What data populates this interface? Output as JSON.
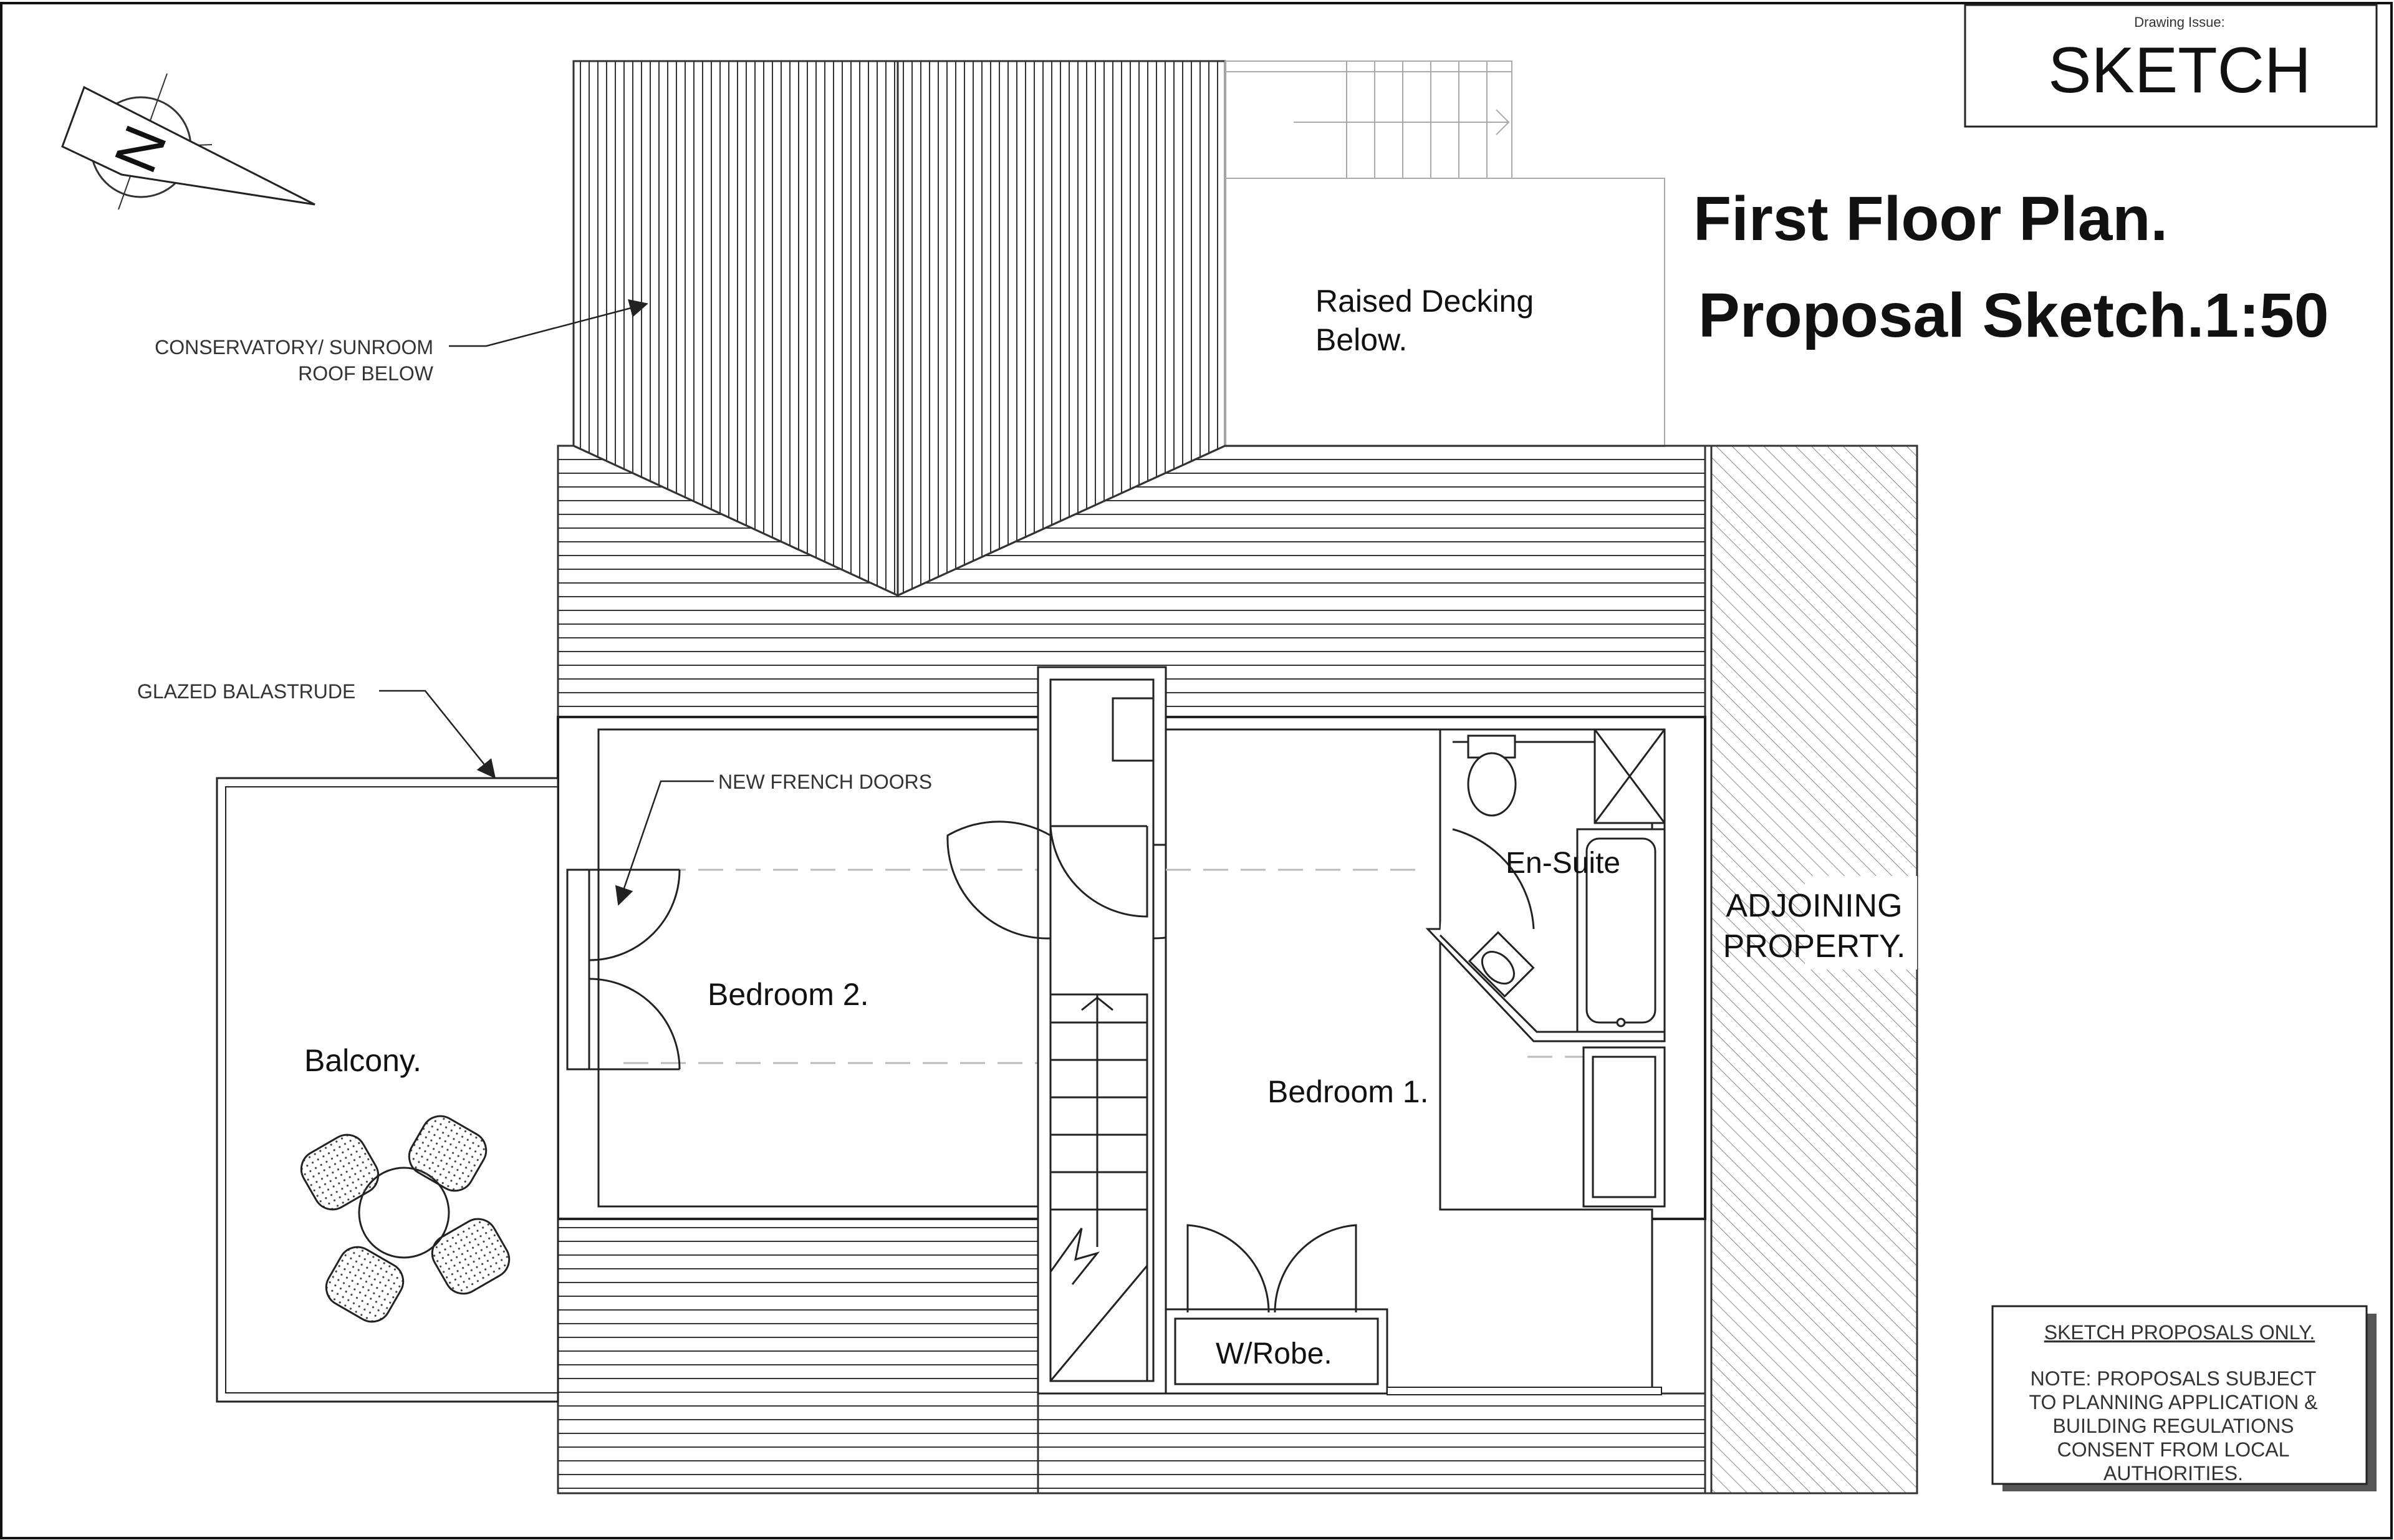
{
  "drawing_issue": {
    "label": "Drawing Issue:",
    "value": "SKETCH"
  },
  "title": {
    "line1": "First Floor Plan.",
    "line2": "Proposal Sketch.1:50"
  },
  "annotations": {
    "conservatory_line1": "CONSERVATORY/ SUNROOM",
    "conservatory_line2": "ROOF BELOW",
    "glazed": "GLAZED BALASTRUDE",
    "french_doors": "NEW FRENCH DOORS"
  },
  "rooms": {
    "decking_line1": "Raised Decking",
    "decking_line2": "Below.",
    "adjoining_line1": "ADJOINING",
    "adjoining_line2": "PROPERTY.",
    "balcony": "Balcony.",
    "bedroom2": "Bedroom 2.",
    "bedroom1": "Bedroom 1.",
    "ensuite": "En-Suite",
    "wrobe": "W/Robe."
  },
  "notes": {
    "heading": "SKETCH PROPOSALS ONLY.",
    "line1": "NOTE: PROPOSALS SUBJECT",
    "line2": "TO PLANNING APPLICATION &",
    "line3": "BUILDING REGULATIONS",
    "line4": "CONSENT FROM LOCAL",
    "line5": "AUTHORITIES."
  },
  "north_arrow": {
    "icon": "north-arrow-icon",
    "letter": "N"
  }
}
